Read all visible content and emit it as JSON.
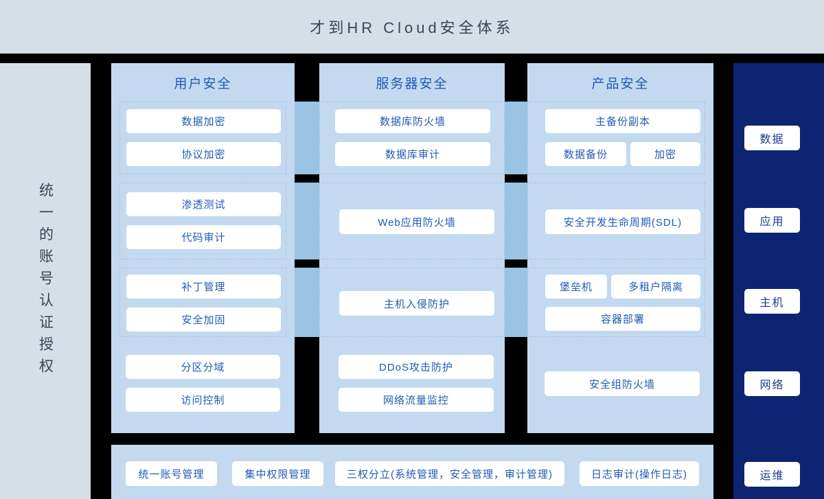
{
  "header": {
    "title": "才到HR Cloud安全体系"
  },
  "left_band": {
    "text": "统一的账号认证授权"
  },
  "right_band": {
    "tags": [
      {
        "label": "数据"
      },
      {
        "label": "应用"
      },
      {
        "label": "主机"
      },
      {
        "label": "网络"
      },
      {
        "label": "运维"
      }
    ]
  },
  "columns": [
    {
      "title": "用户安全",
      "rows": [
        {
          "items": [
            {
              "label": "数据加密"
            },
            {
              "label": "协议加密"
            }
          ]
        },
        {
          "items": [
            {
              "label": "渗透测试"
            },
            {
              "label": "代码审计"
            }
          ]
        },
        {
          "items": [
            {
              "label": "补丁管理"
            },
            {
              "label": "安全加固"
            }
          ]
        },
        {
          "items": [
            {
              "label": "分区分域"
            },
            {
              "label": "访问控制"
            }
          ]
        }
      ]
    },
    {
      "title": "服务器安全",
      "rows": [
        {
          "items": [
            {
              "label": "数据库防火墙"
            },
            {
              "label": "数据库审计"
            }
          ]
        },
        {
          "items": [
            {
              "label": "Web应用防火墙"
            }
          ]
        },
        {
          "items": [
            {
              "label": "主机入侵防护"
            }
          ]
        },
        {
          "items": [
            {
              "label": "DDoS攻击防护"
            },
            {
              "label": "网络流量监控"
            }
          ]
        }
      ]
    },
    {
      "title": "产品安全",
      "rows": [
        {
          "items": [
            {
              "label": "主备份副本"
            },
            {
              "label": "数据备份"
            },
            {
              "label": "加密"
            }
          ]
        },
        {
          "items": [
            {
              "label": "安全开发生命周期(SDL)"
            }
          ]
        },
        {
          "items": [
            {
              "label": "堡垒机"
            },
            {
              "label": "多租户隔离"
            },
            {
              "label": "容器部署"
            }
          ]
        },
        {
          "items": [
            {
              "label": "安全组防火墙"
            }
          ]
        }
      ]
    }
  ],
  "bottom": {
    "items": [
      {
        "label": "统一账号管理"
      },
      {
        "label": "集中权限管理"
      },
      {
        "label": "三权分立(系统管理，安全管理，审计管理)"
      },
      {
        "label": "日志审计(操作日志)"
      }
    ]
  },
  "colors": {
    "header_bg": "#d6dee7",
    "panel_bg": "#c3d9ef",
    "connector": "#9bc4e4",
    "navy": "#0d2472",
    "accent_text": "#1f5bb5",
    "title_text": "#3c4450"
  }
}
